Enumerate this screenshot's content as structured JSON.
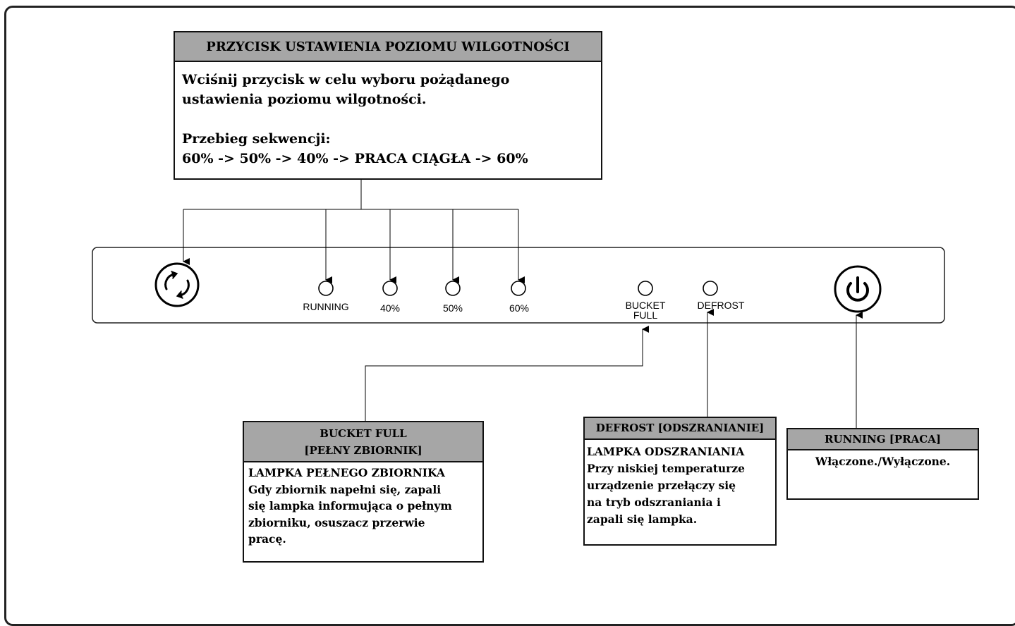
{
  "humidity_box": {
    "title": "PRZYCISK USTAWIENIA POZIOMU WILGOTNOŚCI",
    "lines": [
      "Wciśnij przycisk w celu wyboru pożądanego",
      "ustawienia poziomu wilgotności."
    ],
    "sequence_title": "Przebieg sekwencji:",
    "sequence": "60% -> 50% -> 40% -> PRACA CIĄGŁA -> 60%"
  },
  "panel": {
    "running": "RUNNING",
    "p40": "40%",
    "p50": "50%",
    "p60": "60%",
    "bucket_line1": "BUCKET",
    "bucket_line2": "FULL",
    "defrost": "DEFROST"
  },
  "bucket_box": {
    "title_line1": "BUCKET FULL",
    "title_line2": "[PEŁNY ZBIORNIK]",
    "lines": [
      "LAMPKA PEŁNEGO ZBIORNIKA",
      "Gdy zbiornik napełni się, zapali",
      "się lampka informująca o pełnym",
      "zbiorniku, osuszacz przerwie",
      "pracę."
    ]
  },
  "defrost_box": {
    "title": "DEFROST [ODSZRANIANIE]",
    "lines": [
      "LAMPKA ODSZRANIANIA",
      "Przy niskiej temperaturze",
      "urządzenie przełączy się",
      "na tryb odszraniania i",
      "zapali się lampka."
    ]
  },
  "running_box": {
    "title": "RUNNING [PRACA]",
    "text": "Włączone./Wyłączone."
  },
  "icons": {
    "mode": "cycle-arrows-icon",
    "power": "power-icon"
  }
}
